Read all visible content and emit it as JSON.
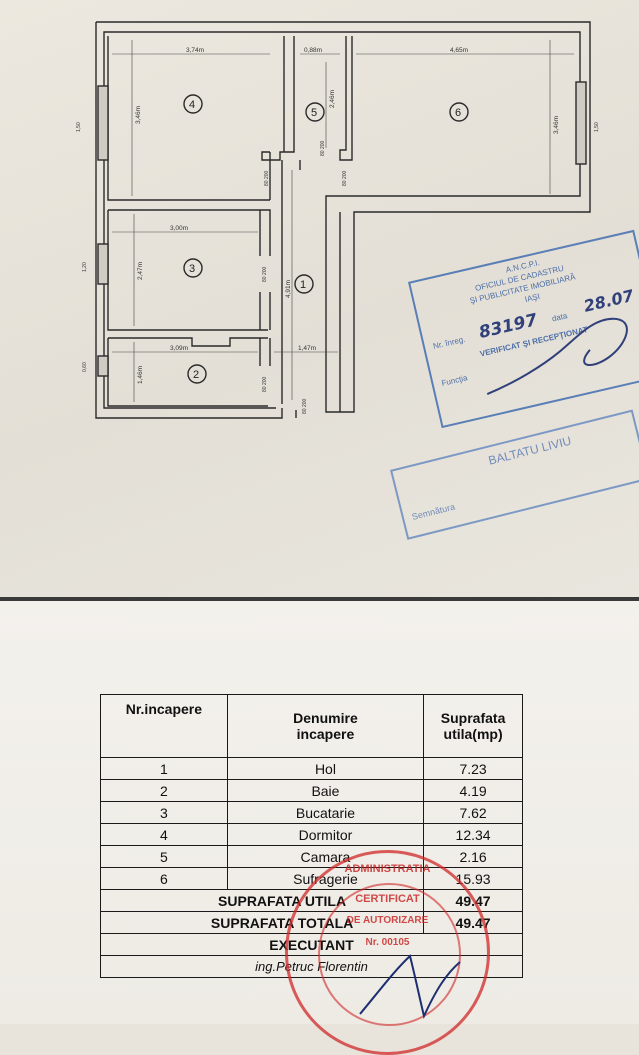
{
  "plan": {
    "rooms": [
      {
        "number": "1"
      },
      {
        "number": "2"
      },
      {
        "number": "3"
      },
      {
        "number": "4"
      },
      {
        "number": "5"
      },
      {
        "number": "6"
      }
    ],
    "dimensions": {
      "room4_width": "3,74m",
      "room4_height": "3,46m",
      "room5_width": "0,88m",
      "room5_height": "2,46m",
      "room6_width": "4,65m",
      "room6_height": "3,46m",
      "room3_width": "3,00m",
      "room3_height": "2,47m",
      "room2_width": "3,09m",
      "room2_height": "1,46m",
      "hol_width": "1,47m",
      "hol_height": "4,91m",
      "window_left_top": "1,50",
      "window_right_top": "1,50",
      "window_left_mid": "1,20",
      "window_left_bottom": "0,60",
      "door_small": "80 200"
    }
  },
  "stamp": {
    "agency": "A.N.C.P.I.",
    "office_line1": "OFICIUL DE CADASTRU",
    "office_line2": "ŞI PUBLICITATE IMOBILIARĂ",
    "city": "IAŞI",
    "nr_label": "Nr. înreg.",
    "nr_value": "83197",
    "date_label": "data",
    "date_value": "28.07",
    "verified": "VERIFICAT ŞI RECEPŢIONAT",
    "function_label": "Funcţia",
    "name": "BALTATU LIVIU",
    "signature_label": "Semnătura"
  },
  "table": {
    "headers": {
      "col1": "Nr.incapere",
      "col2_line1": "Denumire",
      "col2_line2": "incapere",
      "col3_line1": "Suprafata",
      "col3_line2": "utila(mp)"
    },
    "rows": [
      {
        "nr": "1",
        "name": "Hol",
        "area": "7.23"
      },
      {
        "nr": "2",
        "name": "Baie",
        "area": "4.19"
      },
      {
        "nr": "3",
        "name": "Bucatarie",
        "area": "7.62"
      },
      {
        "nr": "4",
        "name": "Dormitor",
        "area": "12.34"
      },
      {
        "nr": "5",
        "name": "Camara",
        "area": "2.16"
      },
      {
        "nr": "6",
        "name": "Sufragerie",
        "area": "15.93"
      }
    ],
    "util_label": "SUPRAFATA UTILA",
    "util_value": "49.47",
    "total_label": "SUPRAFATA TOTALA",
    "total_value": "49.47",
    "executant_label": "EXECUTANT",
    "executant_name": "ing.Petruc Florentin"
  },
  "red_stamp": {
    "line1": "ADMINISTRATIA",
    "line2": "CERTIFICAT",
    "line3": "DE AUTORIZARE",
    "line4": "Nr. 00105"
  },
  "colors": {
    "ink": "#222222",
    "stamp_blue": "#4b74b3",
    "stamp_red": "#d02828",
    "signature": "#1d2f70"
  }
}
